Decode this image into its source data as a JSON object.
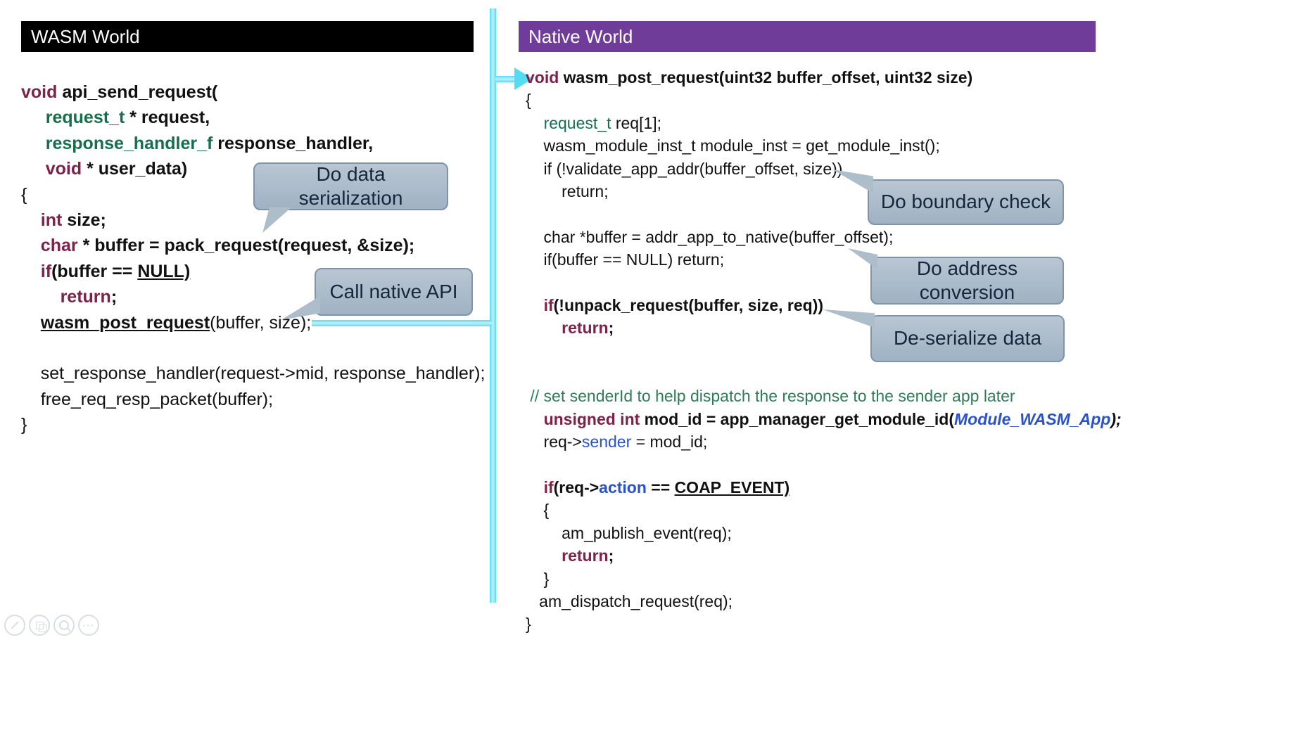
{
  "headers": {
    "wasm_world": "WASM World",
    "native_world": "Native World"
  },
  "callouts": {
    "data_serialization": "Do data serialization",
    "call_native_api": "Call native API",
    "boundary_check": "Do boundary check",
    "address_conversion": "Do address conversion",
    "deserialize_data": "De-serialize data"
  },
  "left_code": {
    "lines": [
      [
        {
          "t": "void ",
          "c": "kw b"
        },
        {
          "t": "api_send_request(",
          "c": "plain b"
        }
      ],
      [
        {
          "t": "     ",
          "c": "plain"
        },
        {
          "t": "request_t ",
          "c": "typ b"
        },
        {
          "t": "* request,",
          "c": "plain b"
        }
      ],
      [
        {
          "t": "     ",
          "c": "plain"
        },
        {
          "t": "response_handler_f ",
          "c": "typ b"
        },
        {
          "t": "response_handler,",
          "c": "plain b"
        }
      ],
      [
        {
          "t": "     ",
          "c": "plain"
        },
        {
          "t": "void ",
          "c": "kw b"
        },
        {
          "t": "* user_data)",
          "c": "plain b"
        }
      ],
      [
        {
          "t": "{",
          "c": "plain"
        }
      ],
      [
        {
          "t": "    ",
          "c": "plain"
        },
        {
          "t": "int ",
          "c": "kw b"
        },
        {
          "t": "size;",
          "c": "plain b"
        }
      ],
      [
        {
          "t": "    ",
          "c": "plain"
        },
        {
          "t": "char ",
          "c": "kw b"
        },
        {
          "t": "* buffer = pack_request(request, &size);",
          "c": "plain b"
        }
      ],
      [
        {
          "t": "    ",
          "c": "plain"
        },
        {
          "t": "if",
          "c": "kw b"
        },
        {
          "t": "(buffer == ",
          "c": "plain b"
        },
        {
          "t": "NULL)",
          "c": "plain b u"
        }
      ],
      [
        {
          "t": "        ",
          "c": "plain"
        },
        {
          "t": "return",
          "c": "kw b"
        },
        {
          "t": ";",
          "c": "plain b"
        }
      ],
      [
        {
          "t": "    ",
          "c": "plain"
        },
        {
          "t": "wasm_post_request",
          "c": "plain b u"
        },
        {
          "t": "(buffer, size);",
          "c": "plain"
        }
      ],
      [],
      [
        {
          "t": "    set_response_handler(request->mid, response_handler);",
          "c": "plain"
        }
      ],
      [
        {
          "t": "    free_req_resp_packet(buffer);",
          "c": "plain"
        }
      ],
      [
        {
          "t": "}",
          "c": "plain"
        }
      ]
    ]
  },
  "right_code": {
    "lines": [
      [
        {
          "t": "void ",
          "c": "kw b"
        },
        {
          "t": "wasm_post_request(uint32 buffer_offset, uint32 size)",
          "c": "plain b"
        }
      ],
      [
        {
          "t": "{",
          "c": "plain"
        }
      ],
      [
        {
          "t": "    ",
          "c": "plain"
        },
        {
          "t": "request_t ",
          "c": "typ"
        },
        {
          "t": "req[1];",
          "c": "plain"
        }
      ],
      [
        {
          "t": "    wasm_module_inst_t module_inst = get_module_inst();",
          "c": "plain"
        }
      ],
      [
        {
          "t": "    if (!validate_app_addr(buffer_offset, size))",
          "c": "plain"
        }
      ],
      [
        {
          "t": "        return;",
          "c": "plain"
        }
      ],
      [],
      [
        {
          "t": "    char *buffer = addr_app_to_native(buffer_offset);",
          "c": "plain"
        }
      ],
      [
        {
          "t": "    if(buffer == NULL) return;",
          "c": "plain"
        }
      ],
      [],
      [
        {
          "t": "    ",
          "c": "plain"
        },
        {
          "t": "if",
          "c": "kw b"
        },
        {
          "t": "(!unpack_request(buffer, size, req))",
          "c": "plain b"
        }
      ],
      [
        {
          "t": "        ",
          "c": "plain"
        },
        {
          "t": "return",
          "c": "kw b"
        },
        {
          "t": ";",
          "c": "plain b"
        }
      ],
      [],
      [],
      [
        {
          "t": " // set senderId to help dispatch the response to the sender app later",
          "c": "com"
        }
      ],
      [
        {
          "t": "    ",
          "c": "plain"
        },
        {
          "t": "unsigned int ",
          "c": "kw b"
        },
        {
          "t": "mod_id = app_manager_get_module_id(",
          "c": "plain b"
        },
        {
          "t": "Module_WASM_App",
          "c": "blu b i"
        },
        {
          "t": ");",
          "c": "plain b i"
        }
      ],
      [
        {
          "t": "    req->",
          "c": "plain"
        },
        {
          "t": "sender",
          "c": "blu"
        },
        {
          "t": " = mod_id;",
          "c": "plain"
        }
      ],
      [],
      [
        {
          "t": "    ",
          "c": "plain"
        },
        {
          "t": "if",
          "c": "kw b"
        },
        {
          "t": "(req->",
          "c": "plain b"
        },
        {
          "t": "action",
          "c": "blu b"
        },
        {
          "t": " == ",
          "c": "plain b"
        },
        {
          "t": "COAP_EVENT)",
          "c": "plain b u"
        }
      ],
      [
        {
          "t": "    {",
          "c": "plain"
        }
      ],
      [
        {
          "t": "        am_publish_event(req);",
          "c": "plain"
        }
      ],
      [
        {
          "t": "        ",
          "c": "plain"
        },
        {
          "t": "return",
          "c": "kw b"
        },
        {
          "t": ";",
          "c": "plain b"
        }
      ],
      [
        {
          "t": "    }",
          "c": "plain"
        }
      ],
      [
        {
          "t": "   am_dispatch_request(req);",
          "c": "plain"
        }
      ],
      [
        {
          "t": "}",
          "c": "plain"
        }
      ]
    ]
  },
  "presenter_controls": {
    "icons": [
      "pen-icon",
      "all-slides-icon",
      "zoom-icon",
      "more-options-icon"
    ],
    "ellipsis": "···"
  },
  "colors": {
    "keyword": "#7d2248",
    "type_green": "#176e4e",
    "identifier_blue": "#2a52cc",
    "comment_green": "#2f7d57",
    "wasm_header": "#000000",
    "native_header": "#6f3d99",
    "arrow": "#55dbf2",
    "callout_fill": "#aebdca",
    "callout_border": "#7f94a8"
  }
}
